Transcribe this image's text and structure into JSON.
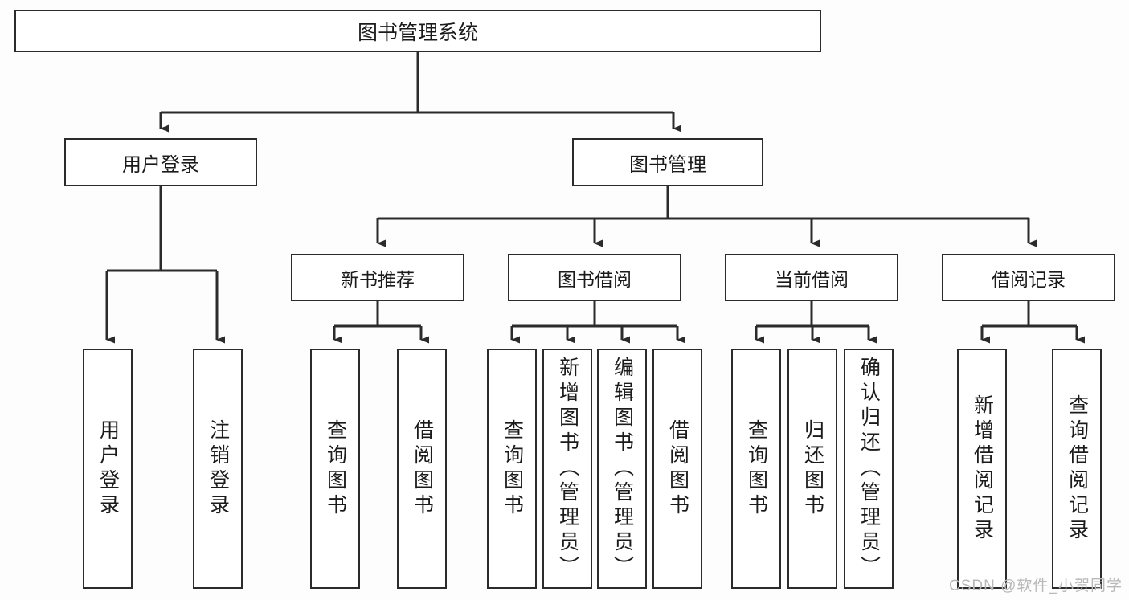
{
  "diagram": {
    "title": "图书管理系统",
    "type": "tree-hierarchy-chart",
    "orientation": "top-down",
    "colors": {
      "box_border": "#2b2b2b",
      "box_fill": "#ffffff",
      "connector": "#2b2b2b",
      "canvas": "#fdfdfd",
      "watermark": "#b9b9b9"
    },
    "root": {
      "label": "图书管理系统"
    },
    "level2": [
      {
        "id": "user-login",
        "label": "用户登录"
      },
      {
        "id": "book-management",
        "label": "图书管理"
      }
    ],
    "level3": [
      {
        "id": "new-book-recommend",
        "label": "新书推荐",
        "parent": "book-management"
      },
      {
        "id": "book-borrow",
        "label": "图书借阅",
        "parent": "book-management"
      },
      {
        "id": "current-borrow",
        "label": "当前借阅",
        "parent": "book-management"
      },
      {
        "id": "borrow-record",
        "label": "借阅记录",
        "parent": "book-management"
      }
    ],
    "leaves": [
      {
        "id": "leaf-user-login",
        "label": "用户登录",
        "parent": "user-login"
      },
      {
        "id": "leaf-user-logout",
        "label": "注销登录",
        "parent": "user-login"
      },
      {
        "id": "leaf-query-book-1",
        "label": "查询图书",
        "parent": "new-book-recommend"
      },
      {
        "id": "leaf-borrow-book-1",
        "label": "借阅图书",
        "parent": "new-book-recommend"
      },
      {
        "id": "leaf-query-book-2",
        "label": "查询图书",
        "parent": "book-borrow"
      },
      {
        "id": "leaf-add-book",
        "label": "新增图书（管理员）",
        "parent": "book-borrow"
      },
      {
        "id": "leaf-edit-book",
        "label": "编辑图书（管理员）",
        "parent": "book-borrow"
      },
      {
        "id": "leaf-borrow-book-2",
        "label": "借阅图书",
        "parent": "book-borrow"
      },
      {
        "id": "leaf-query-book-3",
        "label": "查询图书",
        "parent": "current-borrow"
      },
      {
        "id": "leaf-return-book",
        "label": "归还图书",
        "parent": "current-borrow"
      },
      {
        "id": "leaf-confirm-return",
        "label": "确认归还（管理员）",
        "parent": "current-borrow"
      },
      {
        "id": "leaf-add-record",
        "label": "新增借阅记录",
        "parent": "borrow-record"
      },
      {
        "id": "leaf-query-record",
        "label": "查询借阅记录",
        "parent": "borrow-record"
      }
    ],
    "watermark": "CSDN @软件_小贺同学"
  }
}
